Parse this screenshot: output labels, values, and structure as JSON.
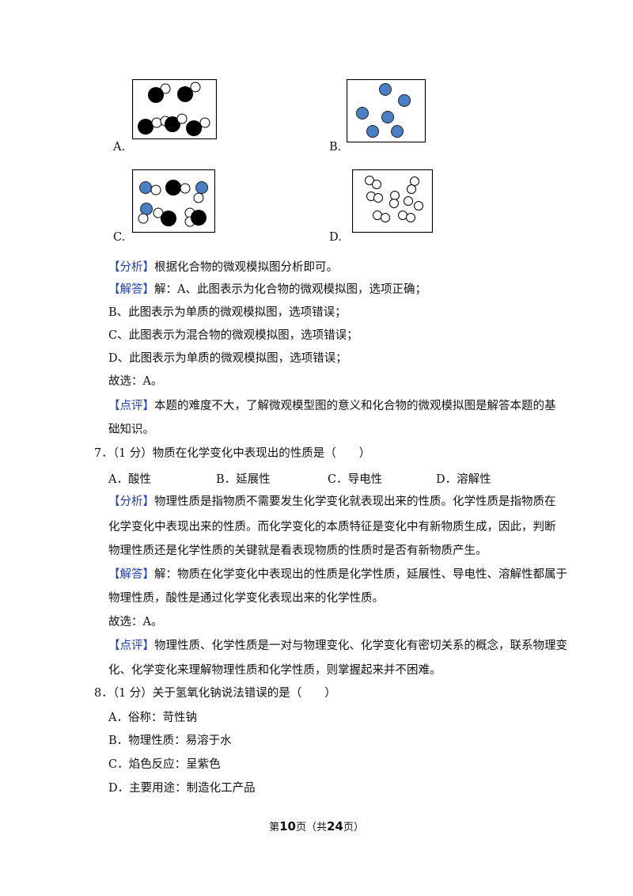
{
  "figures": {
    "a": {
      "label": "A."
    },
    "b": {
      "label": "B."
    },
    "c": {
      "label": "C."
    },
    "d": {
      "label": "D."
    }
  },
  "colors": {
    "blue_atom": "#4a7fc4",
    "tag": "#1f3fb8"
  },
  "q6": {
    "analysis_tag": "【分析】",
    "analysis": "根据化合物的微观模拟图分析即可。",
    "answer_tag": "【解答】",
    "answer_line1": "解：A、此图表示为化合物的微观模拟图，选项正确；",
    "answer_line2": "B、此图表示为单质的微观模拟图，选项错误；",
    "answer_line3": "C、此图表示为混合物的微观模拟图，选项错误；",
    "answer_line4": "D、此图表示为单质的微观模拟图，选项错误；",
    "choice": "故选：A。",
    "comment_tag": "【点评】",
    "comment_line1": "本题的难度不大，了解微观模型图的意义和化合物的微观模拟图是解答本题的基",
    "comment_line2": "础知识。"
  },
  "q7": {
    "stem": "7．（1 分）物质在化学变化中表现出的性质是（　　）",
    "options": [
      "A．酸性",
      "B．延展性",
      "C．导电性",
      "D．溶解性"
    ],
    "analysis_tag": "【分析】",
    "analysis_line1": "物理性质是指物质不需要发生化学变化就表现出来的性质。化学性质是指物质在",
    "analysis_line2": "化学变化中表现出来的性质。而化学变化的本质特征是变化中有新物质生成，因此，判断",
    "analysis_line3": "物理性质还是化学性质的关键就是看表现物质的性质时是否有新物质产生。",
    "answer_tag": "【解答】",
    "answer_line1": "解：物质在化学变化中表现出的性质是化学性质，延展性、导电性、溶解性都属于",
    "answer_line2": "物理性质，酸性是通过化学变化表现出来的化学性质。",
    "choice": "故选：A。",
    "comment_tag": "【点评】",
    "comment_line1": "物理性质、化学性质是一对与物理变化、化学变化有密切关系的概念，联系物理变",
    "comment_line2": "化、化学变化来理解物理性质和化学性质，则掌握起来并不困难。"
  },
  "q8": {
    "stem": "8．（1 分）关于氢氧化钠说法错误的是（　　）",
    "options": [
      "A．俗称：苛性钠",
      "B．物理性质：易溶于水",
      "C．焰色反应：呈紫色",
      "D．主要用途：制造化工产品"
    ]
  },
  "footer": {
    "prefix": "第",
    "page": "10",
    "mid": "页（共",
    "total": "24",
    "suffix": "页）"
  }
}
